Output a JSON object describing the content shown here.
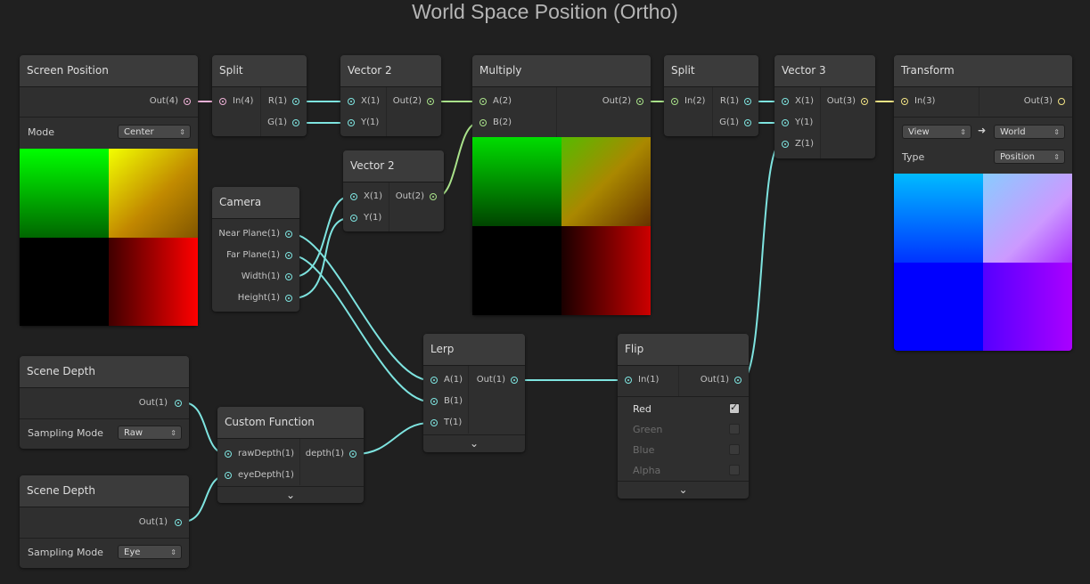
{
  "graph_title": "World Space Position (Ortho)",
  "dropdown_arrow": "⇕",
  "expand_chevron": "⌄",
  "arrow_right": "➜",
  "nodes": {
    "screen_position": {
      "title": "Screen Position",
      "out": "Out(4)",
      "mode_label": "Mode",
      "mode_value": "Center"
    },
    "split1": {
      "title": "Split",
      "in": "In(4)",
      "r": "R(1)",
      "g": "G(1)"
    },
    "vector2_a": {
      "title": "Vector 2",
      "x": "X(1)",
      "y": "Y(1)",
      "out": "Out(2)"
    },
    "multiply": {
      "title": "Multiply",
      "a": "A(2)",
      "b": "B(2)",
      "out": "Out(2)"
    },
    "split2": {
      "title": "Split",
      "in": "In(2)",
      "r": "R(1)",
      "g": "G(1)"
    },
    "vector3": {
      "title": "Vector 3",
      "x": "X(1)",
      "y": "Y(1)",
      "z": "Z(1)",
      "out": "Out(3)"
    },
    "transform": {
      "title": "Transform",
      "in": "In(3)",
      "out": "Out(3)",
      "from": "View",
      "to": "World",
      "type_label": "Type",
      "type_value": "Position"
    },
    "vector2_b": {
      "title": "Vector 2",
      "x": "X(1)",
      "y": "Y(1)",
      "out": "Out(2)"
    },
    "camera": {
      "title": "Camera",
      "near": "Near Plane(1)",
      "far": "Far Plane(1)",
      "width": "Width(1)",
      "height": "Height(1)"
    },
    "lerp": {
      "title": "Lerp",
      "a": "A(1)",
      "b": "B(1)",
      "t": "T(1)",
      "out": "Out(1)"
    },
    "flip": {
      "title": "Flip",
      "in": "In(1)",
      "out": "Out(1)",
      "channels": [
        {
          "label": "Red",
          "checked": true
        },
        {
          "label": "Green",
          "checked": false
        },
        {
          "label": "Blue",
          "checked": false
        },
        {
          "label": "Alpha",
          "checked": false
        }
      ]
    },
    "scene_depth1": {
      "title": "Scene Depth",
      "out": "Out(1)",
      "mode_label": "Sampling Mode",
      "mode_value": "Raw"
    },
    "custom_function": {
      "title": "Custom Function",
      "raw": "rawDepth(1)",
      "eye": "eyeDepth(1)",
      "out": "depth(1)"
    },
    "scene_depth2": {
      "title": "Scene Depth",
      "out": "Out(1)",
      "mode_label": "Sampling Mode",
      "mode_value": "Eye"
    }
  },
  "colors": {
    "background": "#202020",
    "node": "#2f2f2f",
    "header": "#3b3b3b",
    "wire_float": "#7ee4e0",
    "wire_vec2": "#a9e28a",
    "wire_vec3": "#f3e485",
    "wire_vec4": "#f0b2d8"
  }
}
